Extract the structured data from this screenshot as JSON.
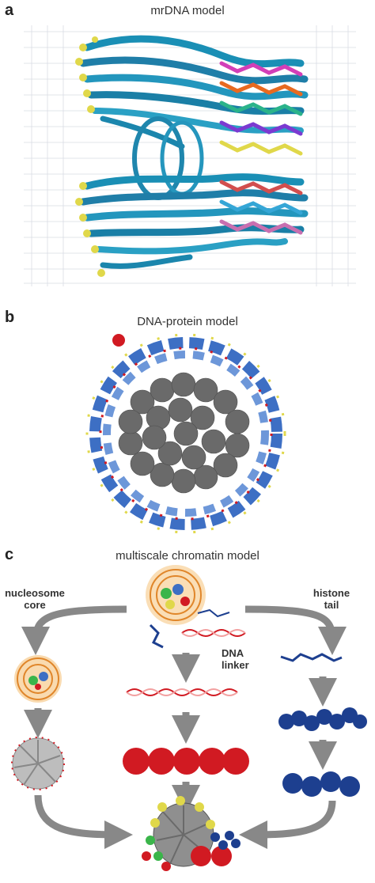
{
  "panels": [
    {
      "letter": "a",
      "title": "mrDNA model"
    },
    {
      "letter": "b",
      "title": "DNA-protein model"
    },
    {
      "letter": "c",
      "title": "multiscale chromatin model"
    }
  ],
  "panel_c_labels": {
    "left_line1": "nucleosome",
    "left_line2": "core",
    "middle_line1": "DNA",
    "middle_line2": "linker",
    "right_line1": "histone",
    "right_line2": "tail"
  },
  "colors": {
    "dna_cyan": "#1a8fb5",
    "dna_blue": "#3d6fc4",
    "histone_gray": "#666666",
    "linker_red": "#d11a22",
    "tail_blue": "#1d3f8f",
    "arrow_gray": "#888888",
    "end_yellow": "#e0d84a"
  }
}
